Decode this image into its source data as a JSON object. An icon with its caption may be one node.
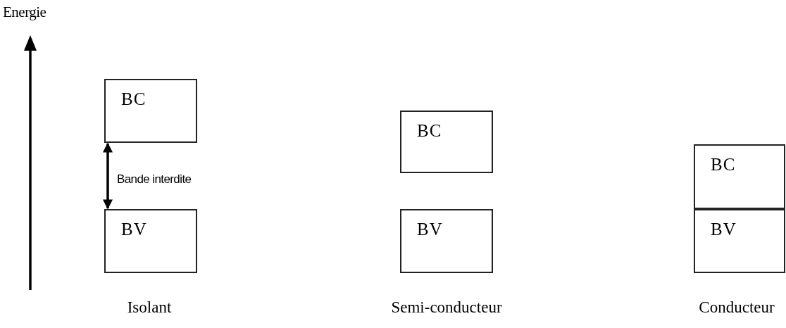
{
  "diagram": {
    "nodes": [
      {
        "text": [
          "BC"
        ]
      },
      {
        "text": [
          "BV"
        ]
      },
      {
        "text": [
          "BC"
        ]
      },
      {
        "text": [
          "BV"
        ]
      },
      {
        "text": [
          "BC"
        ]
      },
      {
        "text": [
          "BV"
        ]
      }
    ],
    "edges": [
      {
        "from": 0,
        "to": 1,
        "arrow": "both",
        "label": "Bande interdite"
      }
    ],
    "labels": [
      "Energie",
      "Isolant",
      "Semi-conducteur",
      "Conducteur"
    ]
  }
}
